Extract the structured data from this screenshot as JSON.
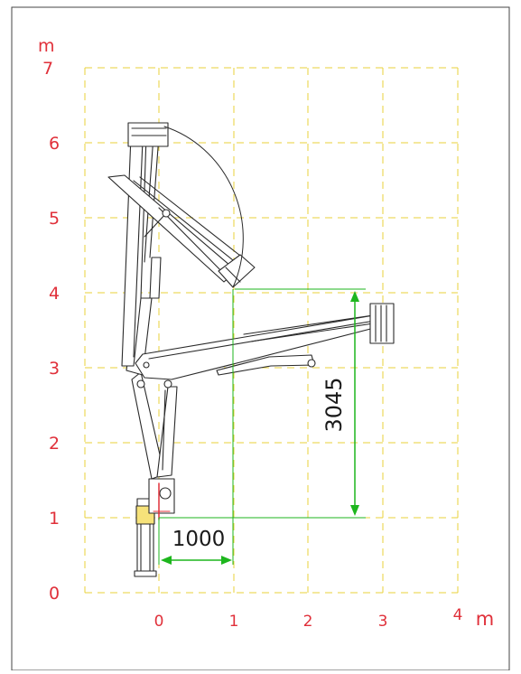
{
  "colors": {
    "axis_label": "#e0303a",
    "grid": "#e8d23a",
    "dimension": "#1db61d",
    "machine": "#2a2a2a",
    "frame": "#444444"
  },
  "axes": {
    "x_unit": "m",
    "y_unit": "m",
    "x_ticks": [
      "0",
      "1",
      "2",
      "3",
      "4"
    ],
    "y_ticks": [
      "0",
      "1",
      "2",
      "3",
      "4",
      "5",
      "6",
      "7"
    ]
  },
  "dimensions": {
    "horizontal": "1000",
    "vertical": "3045"
  }
}
